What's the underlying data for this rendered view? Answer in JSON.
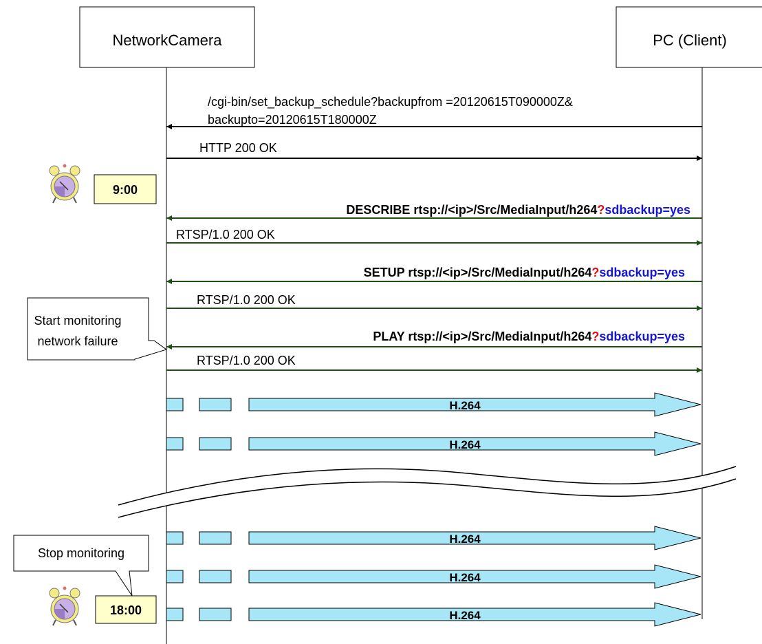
{
  "participants": {
    "camera": "NetworkCamera",
    "client": "PC (Client)"
  },
  "messages": {
    "set_schedule_line1": "/cgi-bin/set_backup_schedule?backupfrom =20120615T090000Z&",
    "set_schedule_line2": "backupto=20120615T180000Z",
    "http_ok": "HTTP 200 OK",
    "describe_prefix": "DESCRIBE rtsp://<ip>/Src/MediaInput/h264",
    "setup_prefix": "SETUP rtsp://<ip>/Src/MediaInput/h264",
    "play_prefix": "PLAY rtsp://<ip>/Src/MediaInput/h264",
    "query_mark": "?",
    "query_param": "sdbackup=yes",
    "rtsp_ok": "RTSP/1.0 200 OK"
  },
  "times": {
    "start": "9:00",
    "end": "18:00"
  },
  "callouts": {
    "start_line1": "Start monitoring",
    "start_line2": "network failure",
    "stop": "Stop monitoring"
  },
  "stream_label": "H.264",
  "colors": {
    "http_arrow": "#000000",
    "rtsp_arrow": "#1f4f14",
    "stream_fill": "#a6e6f6",
    "time_box_fill": "#ffffcc",
    "query_mark": "#e01010",
    "query_param": "#1515d8"
  }
}
